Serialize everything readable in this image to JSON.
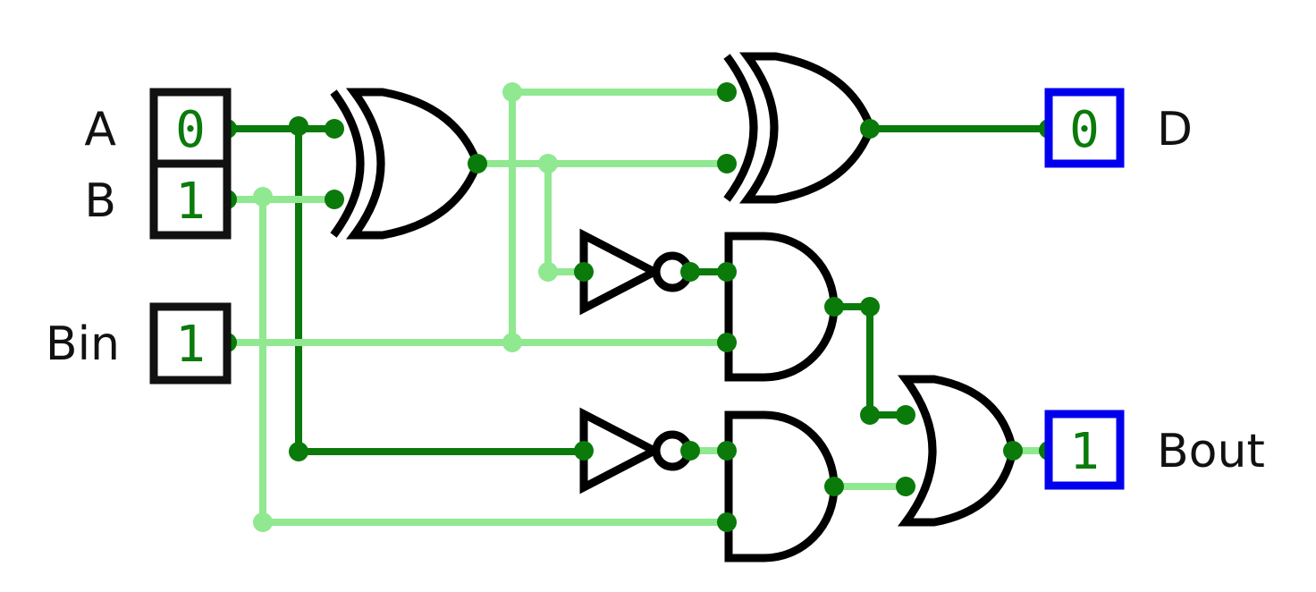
{
  "colors": {
    "wire_high": "#0a7a0a",
    "wire_low": "#90e890",
    "input_border": "#111111",
    "output_border": "#0000ee",
    "value_text": "#0a7a0a"
  },
  "inputs": [
    {
      "name": "A",
      "value": "0"
    },
    {
      "name": "B",
      "value": "1"
    },
    {
      "name": "Bin",
      "value": "1"
    }
  ],
  "outputs": [
    {
      "name": "D",
      "value": "0"
    },
    {
      "name": "Bout",
      "value": "1"
    }
  ],
  "gates": [
    "xor-gate",
    "xor-gate",
    "not-gate",
    "not-gate",
    "and-gate",
    "and-gate",
    "or-gate"
  ]
}
